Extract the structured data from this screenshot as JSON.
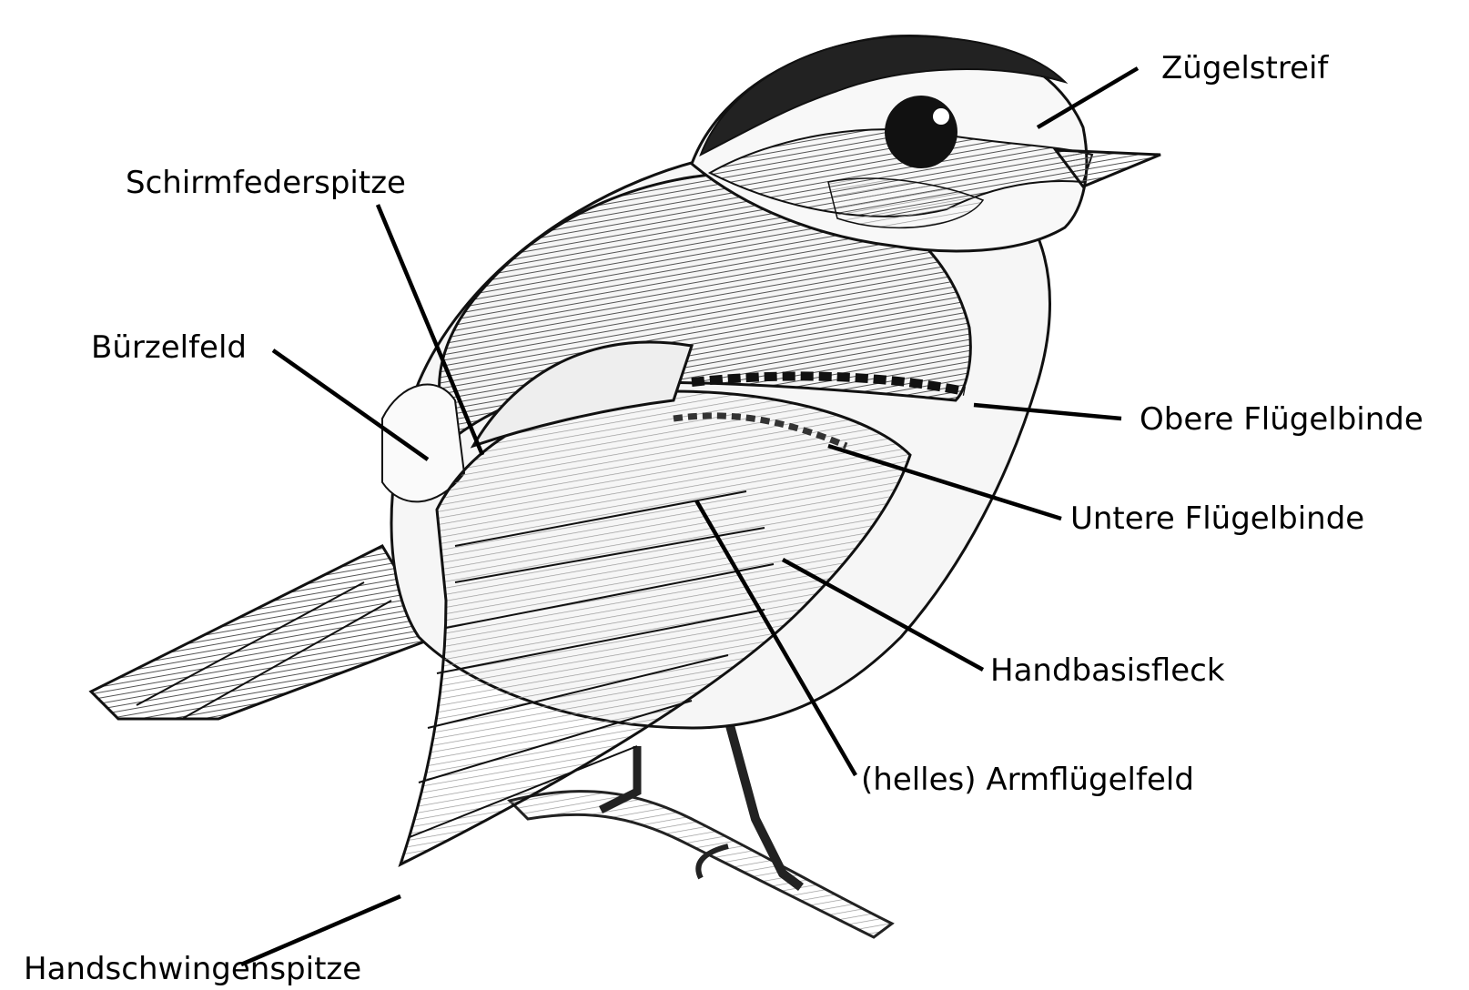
{
  "labels": {
    "zuegelstreif": "Zügelstreif",
    "schirmfederspitze": "Schirmfederspitze",
    "buerzelfeld": "Bürzelfeld",
    "obere_fluegelbinde": "Obere Flügelbinde",
    "untere_fluegelbinde": "Untere Flügelbinde",
    "handbasisfleck": "Handbasisfleck",
    "armfluegelfeld": "(helles) Armflügelfeld",
    "handschwingenspitze": "Handschwingenspitze"
  }
}
